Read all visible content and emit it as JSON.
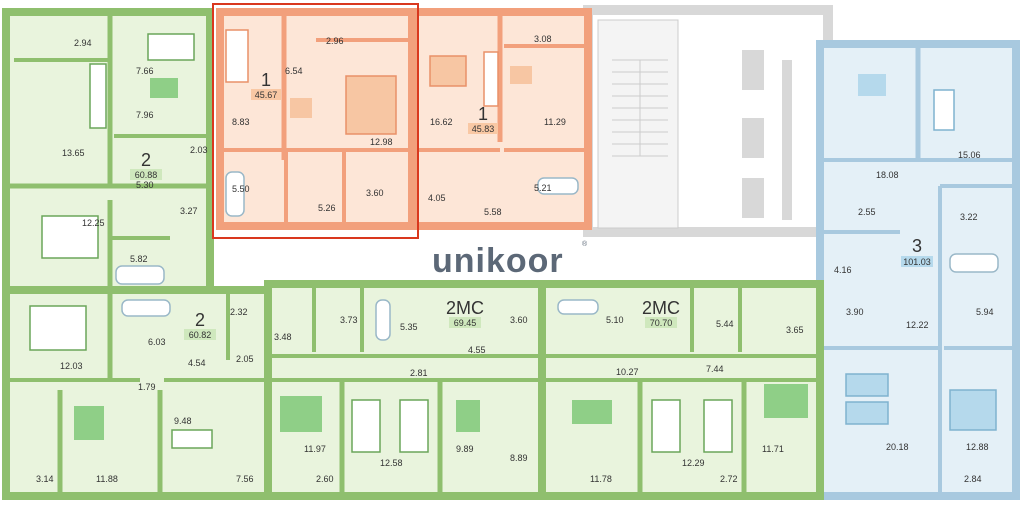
{
  "brand": {
    "name": "unikoor",
    "mark": "®"
  },
  "colors": {
    "green_wall": "#8fbf6e",
    "green_fill": "#e9f4dd",
    "orange_wall": "#f2a07c",
    "orange_fill": "#fde6d7",
    "blue_wall": "#a8c9df",
    "blue_fill": "#e4f0f7",
    "core_wall": "#d8d8d8",
    "core_fill": "#ffffff",
    "highlight": "#d9381e",
    "badge_green": "#cfe8bd",
    "badge_orange": "#f9c8a4",
    "badge_blue": "#b5d9ec",
    "furniture": "#8fcf87"
  },
  "apartments": [
    {
      "rooms": "2",
      "area": "60.88"
    },
    {
      "rooms": "1",
      "area": "45.67"
    },
    {
      "rooms": "1",
      "area": "45.83"
    },
    {
      "rooms": "3",
      "area": "101.03"
    },
    {
      "rooms": "2",
      "area": "60.82"
    },
    {
      "rooms": "2МС",
      "area": "69.45"
    },
    {
      "rooms": "2МС",
      "area": "70.70"
    }
  ],
  "room_areas": [
    "2.94",
    "7.66",
    "7.96",
    "13.65",
    "5.30",
    "2.03",
    "12.25",
    "3.27",
    "5.82",
    "6.54",
    "2.96",
    "8.83",
    "12.98",
    "5.50",
    "5.26",
    "3.60",
    "3.08",
    "16.62",
    "11.29",
    "4.05",
    "5.58",
    "5.21",
    "15.06",
    "18.08",
    "2.55",
    "3.22",
    "4.16",
    "3.90",
    "5.94",
    "12.22",
    "20.18",
    "12.88",
    "2.84",
    "12.03",
    "2.32",
    "6.03",
    "2.05",
    "4.54",
    "1.79",
    "9.48",
    "3.14",
    "11.88",
    "7.56",
    "3.48",
    "3.73",
    "5.35",
    "3.60",
    "4.55",
    "2.81",
    "11.97",
    "12.58",
    "2.60",
    "9.89",
    "8.89",
    "5.10",
    "5.44",
    "3.65",
    "10.27",
    "7.44",
    "11.78",
    "12.29",
    "11.71",
    "2.72"
  ]
}
